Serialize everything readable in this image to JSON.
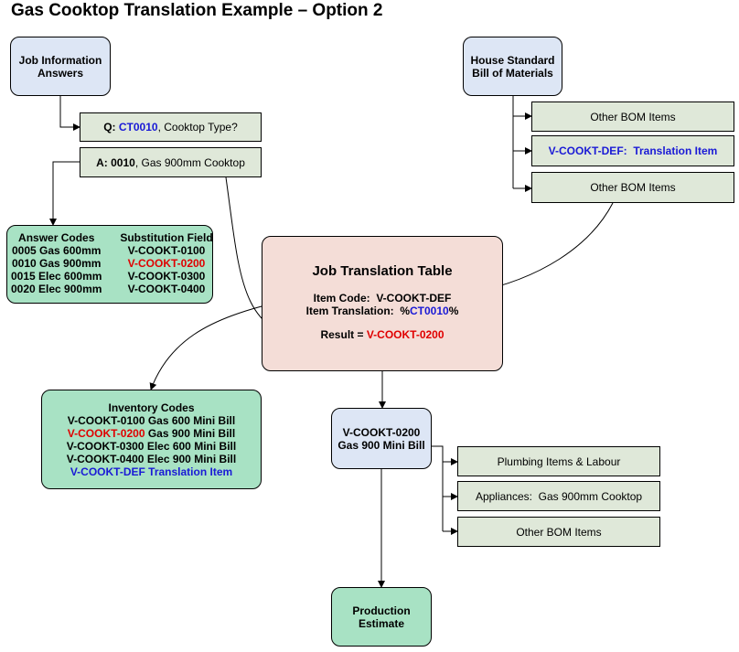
{
  "title": "Gas Cooktop Translation Example – Option 2",
  "job_info": {
    "line1": "Job Information",
    "line2": "Answers"
  },
  "question": {
    "prefix": "Q: ",
    "code": "CT0010",
    "text": ", Cooktop Type?"
  },
  "answer": {
    "prefix": "A: 0010",
    "text": ", Gas 900mm Cooktop"
  },
  "house_standard": {
    "line1": "House Standard",
    "line2": "Bill of Materials"
  },
  "bom_items": {
    "other1": "Other BOM Items",
    "translation_code": "V-COOKT-DEF:",
    "translation_label": "Translation Item",
    "other2": "Other BOM Items"
  },
  "answer_codes": {
    "header_left": "Answer Codes",
    "header_right": "Substitution Field",
    "rows": [
      {
        "answer": "0005 Gas 600mm",
        "field": "V-COOKT-0100",
        "highlight": false
      },
      {
        "answer": "0010 Gas 900mm",
        "field": "V-COOKT-0200",
        "highlight": true
      },
      {
        "answer": "0015 Elec 600mm",
        "field": "V-COOKT-0300",
        "highlight": false
      },
      {
        "answer": "0020 Elec 900mm",
        "field": "V-COOKT-0400",
        "highlight": false
      }
    ]
  },
  "translation_table": {
    "title": "Job Translation Table",
    "item_code_label": "Item Code:",
    "item_code_value": "V-COOKT-DEF",
    "item_translation_label": "Item Translation:",
    "item_translation_prefix": "%",
    "item_translation_code": "CT0010",
    "item_translation_suffix": "%",
    "result_label": "Result = ",
    "result_value": "V-COOKT-0200"
  },
  "inventory_codes": {
    "title": "Inventory Codes",
    "rows": [
      {
        "code": "V-COOKT-0100",
        "desc": " Gas 600 Mini Bill",
        "style": "normal"
      },
      {
        "code": "V-COOKT-0200",
        "desc": " Gas 900 Mini Bill",
        "style": "red"
      },
      {
        "code": "V-COOKT-0300",
        "desc": " Elec 600 Mini Bill",
        "style": "normal"
      },
      {
        "code": "V-COOKT-0400",
        "desc": " Elec 900 Mini Bill",
        "style": "normal"
      }
    ],
    "last_row": "V-COOKT-DEF Translation Item"
  },
  "mini_bill": {
    "line1": "V-COOKT-0200",
    "line2": "Gas 900 Mini Bill"
  },
  "mini_bill_items": {
    "plumbing": "Plumbing Items & Labour",
    "appliances": "Appliances:  Gas 900mm Cooktop",
    "other": "Other BOM Items"
  },
  "production": {
    "line1": "Production",
    "line2": "Estimate"
  },
  "colors": {
    "blue_box": "#dde6f5",
    "grey_box": "#dfe8d9",
    "green_box": "#a8e2c4",
    "pink_box": "#f4ddd7",
    "code_blue": "#1a1ad6",
    "code_red": "#e00000"
  }
}
